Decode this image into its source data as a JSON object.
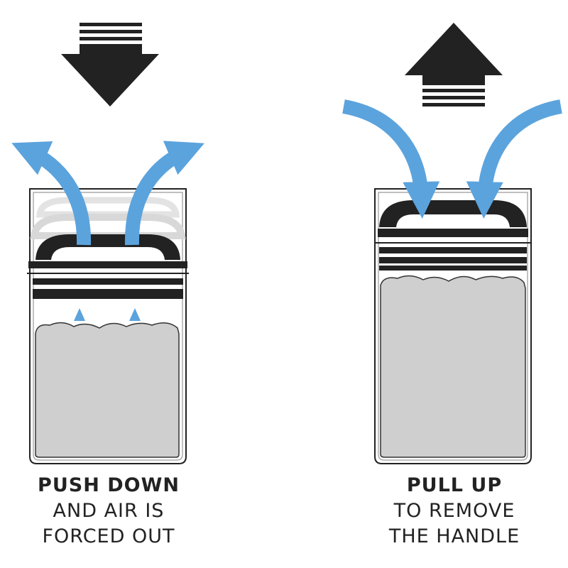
{
  "colors": {
    "ink": "#222222",
    "air_arrow": "#5ba3dd",
    "contents": "#cfcfcf",
    "ghost": "#d8d8d8"
  },
  "icons": {
    "push_arrow": "down-arrow-icon",
    "pull_arrow": "up-arrow-icon",
    "air_flow": "curved-arrow-icon"
  },
  "left_panel": {
    "heading": "PUSH DOWN",
    "line2": "AND AIR IS",
    "line3": "FORCED OUT"
  },
  "right_panel": {
    "heading": "PULL UP",
    "line2": "TO REMOVE",
    "line3": "THE HANDLE"
  }
}
